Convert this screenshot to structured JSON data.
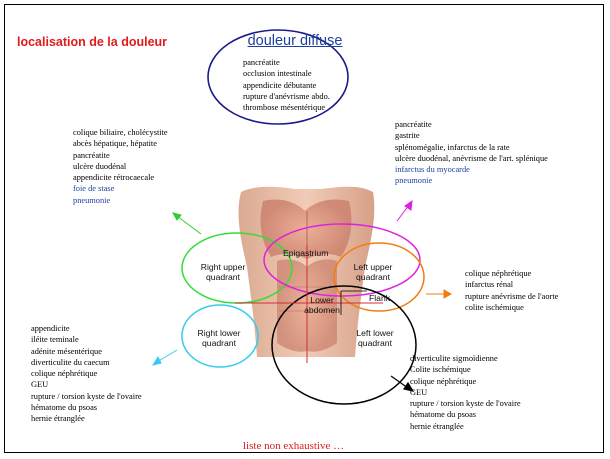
{
  "title": "localisation de la douleur",
  "colors": {
    "title": "#e11a1a",
    "diffuse_title": "#1f3fa0",
    "blue_text": "#1f3fa0",
    "footer": "#e11a1a",
    "ellipse_diffuse": "#1a1a8c",
    "ellipse_green": "#33dd33",
    "ellipse_magenta": "#e020e0",
    "ellipse_orange": "#f07d10",
    "ellipse_cyan": "#33ccee",
    "ellipse_black": "#000000",
    "line_red": "#d03030"
  },
  "diffuse": {
    "title": "douleur diffuse",
    "items": [
      "pancréatite",
      "occlusion intestinale",
      "appendicite débutante",
      "rupture d'anévrisme abdo.",
      "thrombose mésentérique"
    ]
  },
  "upper_left": {
    "items": [
      {
        "text": "colique biliaire, cholécystite",
        "blue": false
      },
      {
        "text": "abcès hépatique, hépatite",
        "blue": false
      },
      {
        "text": "pancréatite",
        "blue": false
      },
      {
        "text": "ulcère duodénal",
        "blue": false
      },
      {
        "text": "appendicite rétrocaecale",
        "blue": false
      },
      {
        "text": "foie de stase",
        "blue": true
      },
      {
        "text": "pneumonie",
        "blue": true
      }
    ]
  },
  "upper_right": {
    "items": [
      {
        "text": "pancréatite",
        "blue": false
      },
      {
        "text": "gastrite",
        "blue": false
      },
      {
        "text": "splénomégalie, infarctus de la rate",
        "blue": false
      },
      {
        "text": "ulcère duodénal, anévrisme de l'art. splénique",
        "blue": false
      },
      {
        "text": "infarctus du myocarde",
        "blue": true
      },
      {
        "text": "pneumonie",
        "blue": true
      }
    ]
  },
  "flank": {
    "items": [
      "colique néphrétique",
      "infarctus rénal",
      "rupture anévrisme de l'aorte",
      "colite ischémique"
    ]
  },
  "lower_left": {
    "items": [
      "appendicite",
      "iléite teminale",
      "adénite mésentérique",
      "diverticulite du caecum",
      "colique néphrétique",
      "GEU",
      "rupture / torsion kyste de l'ovaire",
      "hématome du psoas",
      "hernie étranglée"
    ]
  },
  "lower_right": {
    "items": [
      "diverticulite sigmoïdienne",
      "Colite ischémique",
      "colique néphrétique",
      "GEU",
      "rupture / torsion kyste de l'ovaire",
      "hématome du psoas",
      "hernie étranglée"
    ]
  },
  "quadrants": {
    "epigastrium": "Epigastrium",
    "ruq_line1": "Right upper",
    "ruq_line2": "quadrant",
    "luq_line1": "Left upper",
    "luq_line2": "quadrant",
    "lower_line1": "Lower",
    "lower_line2": "abdomen",
    "flank": "Flank",
    "rlq_line1": "Right lower",
    "rlq_line2": "quadrant",
    "llq_line1": "Left lower",
    "llq_line2": "quadrant"
  },
  "footer": "liste non exhaustive …"
}
